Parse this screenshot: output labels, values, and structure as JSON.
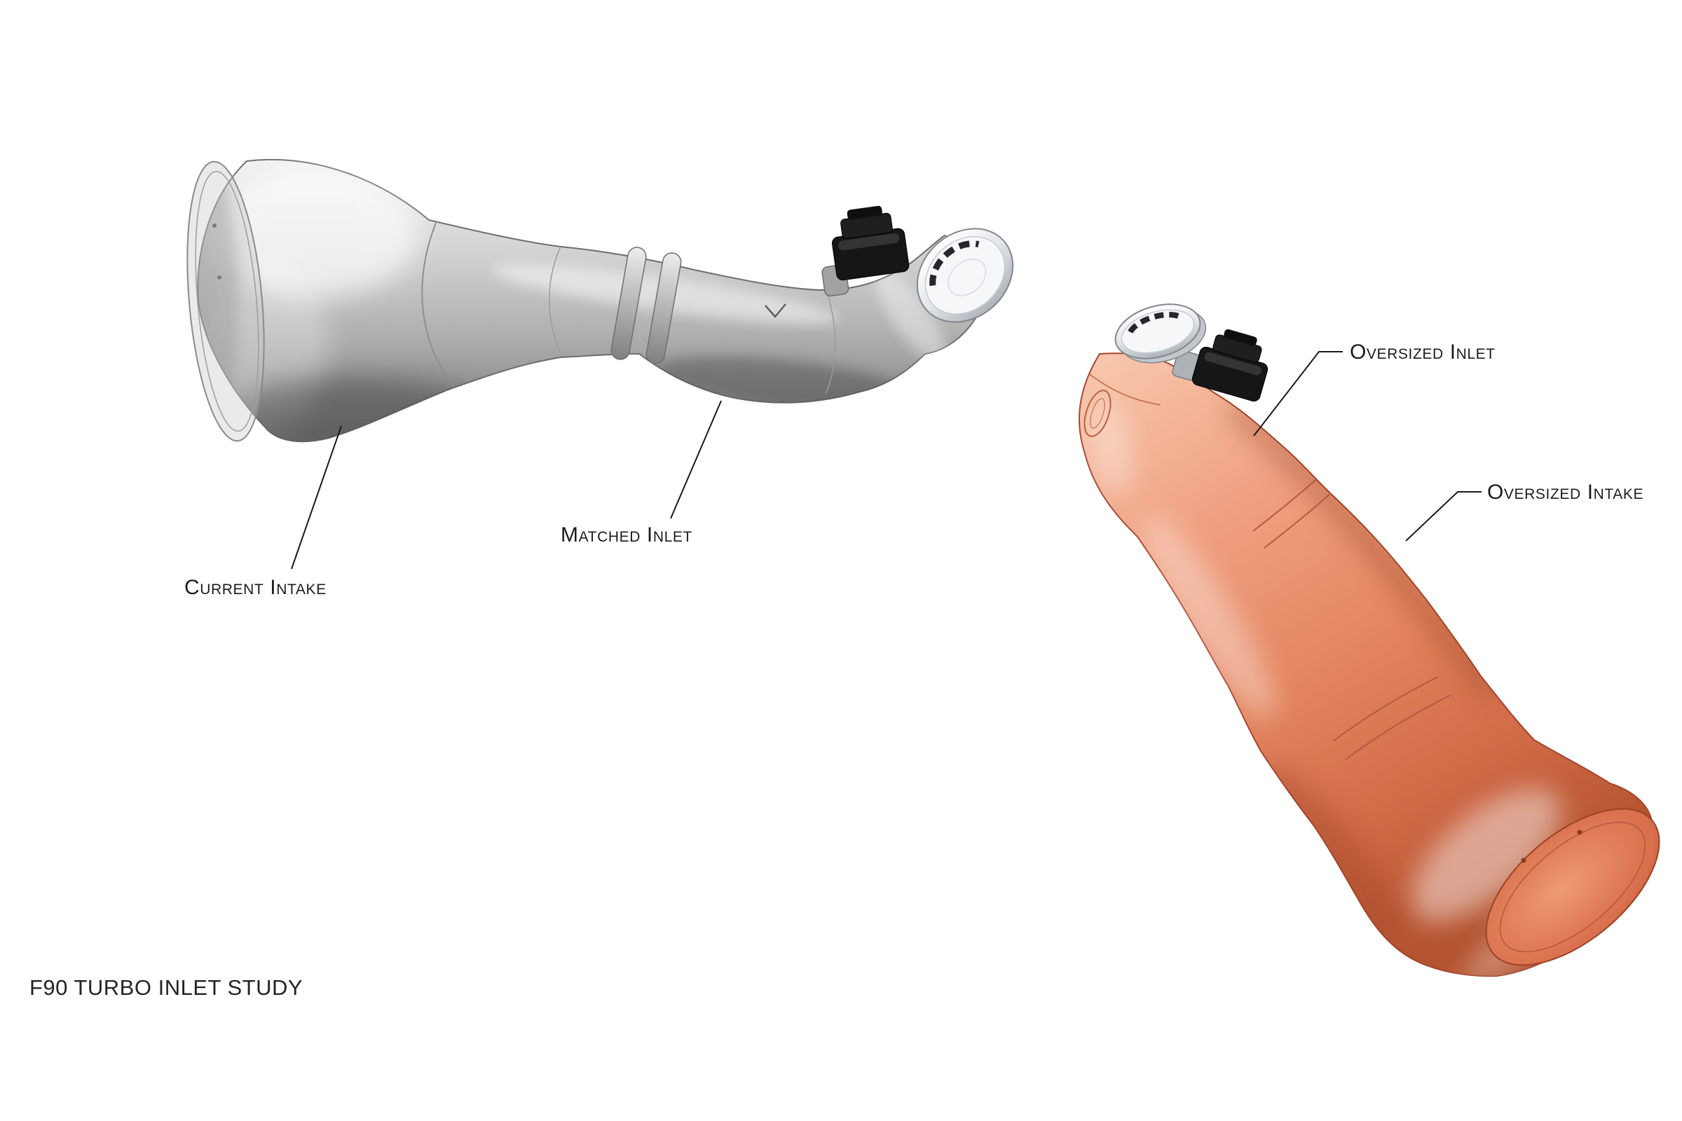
{
  "figure": {
    "title": "F90 TURBO INLET STUDY",
    "background_color": "#ffffff"
  },
  "annotations": {
    "current_intake": "Current Intake",
    "matched_inlet": "Matched Inlet",
    "oversized_inlet": "Oversized Inlet",
    "oversized_intake": "Oversized Intake"
  },
  "colors": {
    "current_intake_part": "#b8b8b8",
    "oversized_intake_part": "#e88a65",
    "sensor_block": "#161616",
    "coupler_silver": "#eef1f3",
    "leader_line": "#1a1a1a",
    "text": "#1c1c1c"
  }
}
